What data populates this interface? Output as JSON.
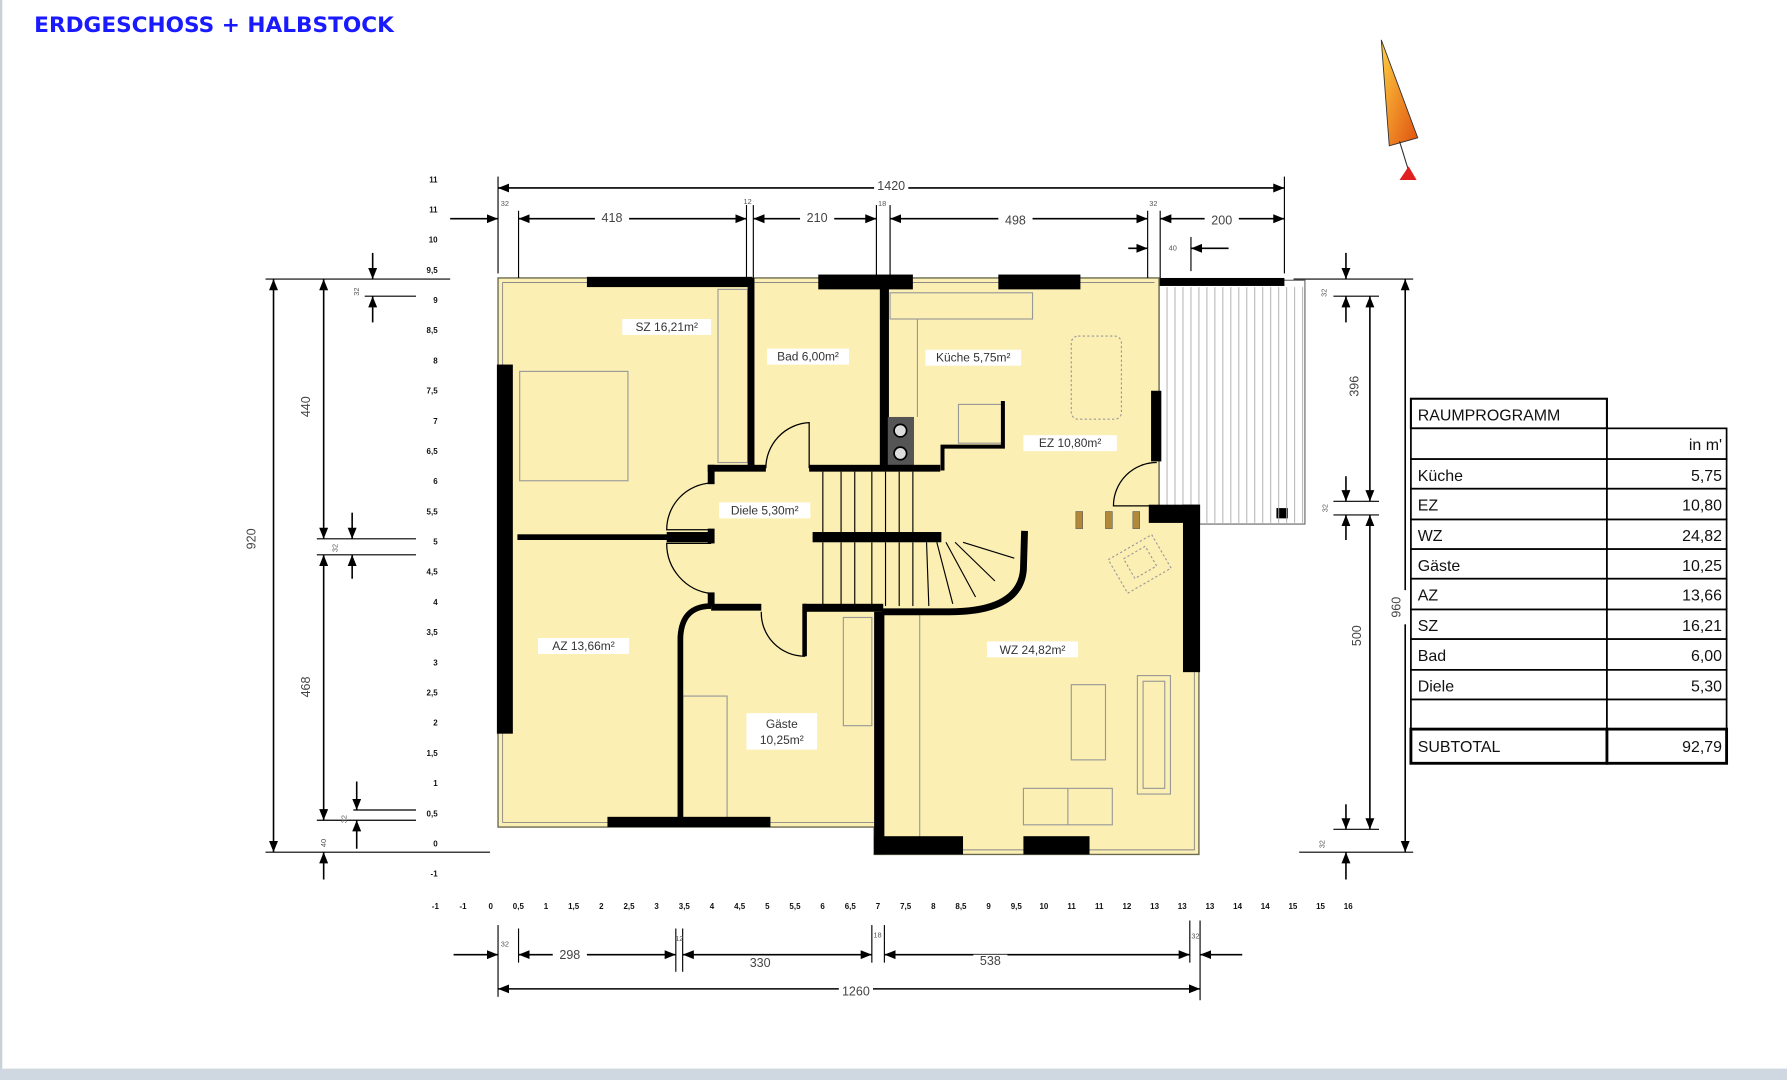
{
  "title": "ERDGESCHOSS + HALBSTOCK",
  "colors": {
    "title": "#1a1aff",
    "floor": "#fcefb4",
    "wall": "#000000",
    "north_arrow": "#f39a1c",
    "north_tip": "#e02020",
    "bottom_bar": "#cfd8e0"
  },
  "rooms": [
    {
      "label": "SZ   16,21m²"
    },
    {
      "label": "Bad 6,00m²"
    },
    {
      "label": "Küche 5,75m²"
    },
    {
      "label": "EZ   10,80m²"
    },
    {
      "label": "Diele 5,30m²"
    },
    {
      "label": "AZ   13,66m²"
    },
    {
      "label": "Gäste",
      "label2": "10,25m²"
    },
    {
      "label": "WZ 24,82m²"
    }
  ],
  "dims": {
    "top": [
      "1420",
      "32",
      "418",
      "12",
      "210",
      "18",
      "498",
      "32",
      "200",
      "40"
    ],
    "left": [
      "920",
      "440",
      "468",
      "32",
      "32",
      "32",
      "40"
    ],
    "right": [
      "960",
      "396",
      "500",
      "32",
      "32",
      "32"
    ],
    "bottom": [
      "32",
      "298",
      "12",
      "330",
      "18",
      "538",
      "32",
      "1260"
    ]
  },
  "scale_left": [
    "11",
    "11",
    "10",
    "9,5",
    "9",
    "8,5",
    "8",
    "7,5",
    "7",
    "6,5",
    "6",
    "5,5",
    "5",
    "4,5",
    "4",
    "3,5",
    "3",
    "2,5",
    "2",
    "1,5",
    "1",
    "0,5",
    "0",
    "-1"
  ],
  "scale_bottom": [
    "-1",
    "-1",
    "0",
    "0,5",
    "1",
    "1,5",
    "2",
    "2,5",
    "3",
    "3,5",
    "4",
    "4,5",
    "5",
    "5,5",
    "6",
    "6,5",
    "7",
    "7,5",
    "8",
    "8,5",
    "9",
    "9,5",
    "10",
    "11",
    "11",
    "12",
    "13",
    "13",
    "13",
    "14",
    "14",
    "15",
    "15",
    "16"
  ],
  "table": {
    "title": "RAUMPROGRAMM",
    "unit": "in m'",
    "rows": [
      {
        "name": "Küche",
        "value": "5,75"
      },
      {
        "name": "EZ",
        "value": "10,80"
      },
      {
        "name": "WZ",
        "value": "24,82"
      },
      {
        "name": "Gäste",
        "value": "10,25"
      },
      {
        "name": "AZ",
        "value": "13,66"
      },
      {
        "name": "SZ",
        "value": "16,21"
      },
      {
        "name": "Bad",
        "value": "6,00"
      },
      {
        "name": "Diele",
        "value": "5,30"
      }
    ],
    "subtotal": {
      "label": "SUBTOTAL",
      "value": "92,79"
    }
  }
}
